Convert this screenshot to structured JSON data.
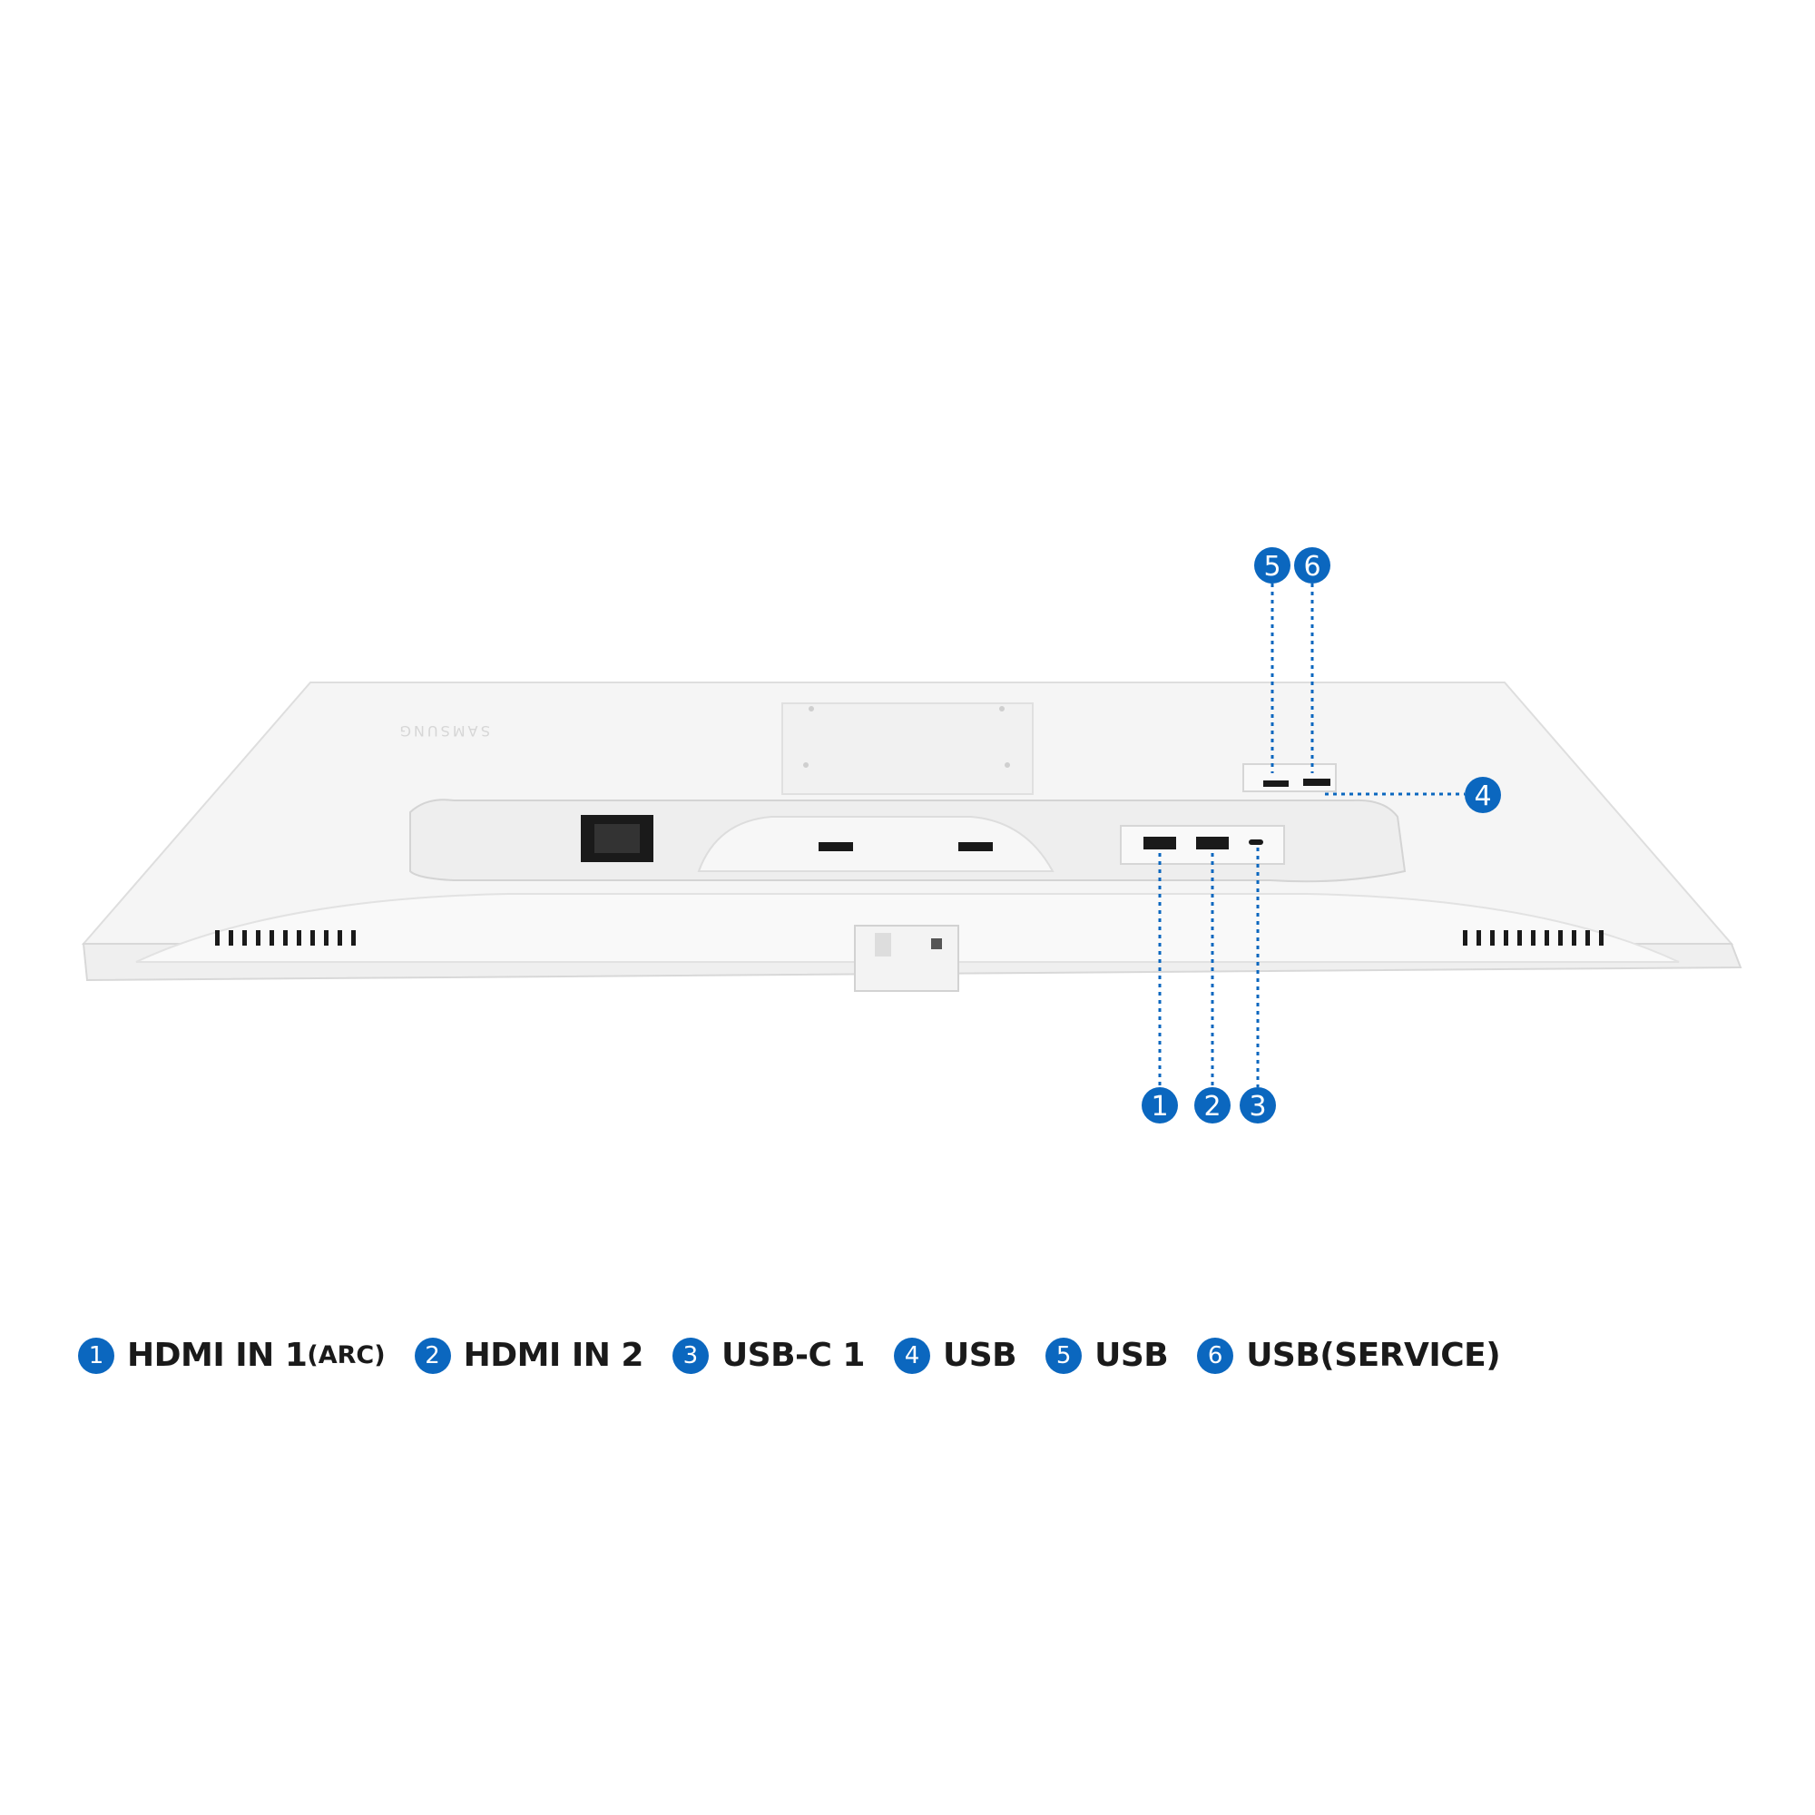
{
  "colors": {
    "accent": "#0b67bf",
    "monitor_body": "#f4f4f4",
    "monitor_edge": "#dcdcdc",
    "port_black": "#111111"
  },
  "monitor": {
    "brand_text": "SAMSUNG"
  },
  "callouts": [
    {
      "num": "1"
    },
    {
      "num": "2"
    },
    {
      "num": "3"
    },
    {
      "num": "4"
    },
    {
      "num": "5"
    },
    {
      "num": "6"
    }
  ],
  "legend": [
    {
      "num": "1",
      "text": "HDMI IN 1",
      "suffix": "(ARC)"
    },
    {
      "num": "2",
      "text": "HDMI IN 2",
      "suffix": ""
    },
    {
      "num": "3",
      "text": "USB-C 1",
      "suffix": ""
    },
    {
      "num": "4",
      "text": "USB",
      "suffix": ""
    },
    {
      "num": "5",
      "text": "USB",
      "suffix": ""
    },
    {
      "num": "6",
      "text": "USB(SERVICE)",
      "suffix": ""
    }
  ]
}
